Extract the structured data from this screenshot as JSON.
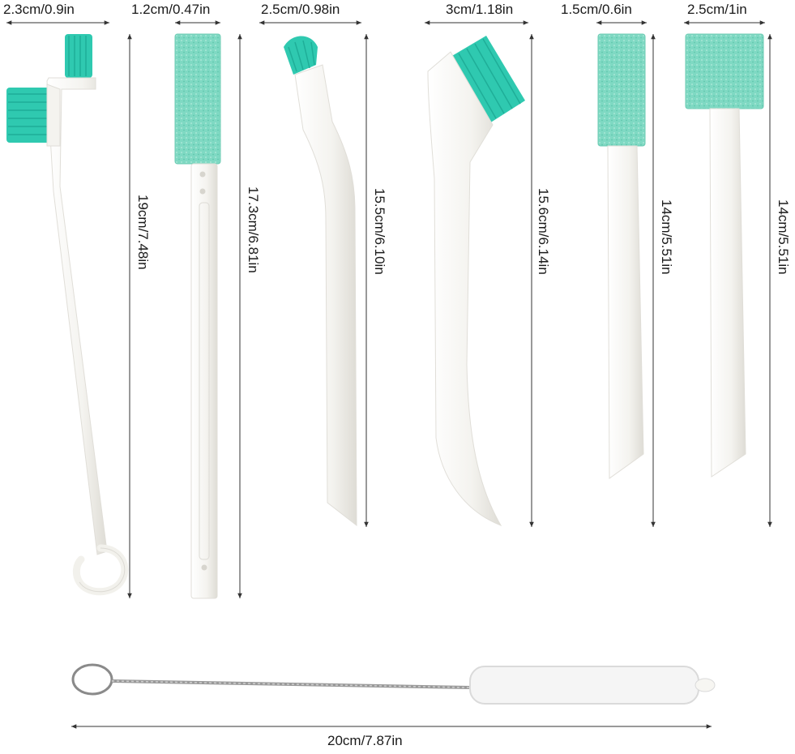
{
  "colors": {
    "bristle": "#2fc9b0",
    "sponge": "#7fd9c3",
    "handle": "#f7f6f2",
    "handle_shade": "#e2e0da",
    "dimension_line": "#333333",
    "wire": "#8a8a8a"
  },
  "tools": [
    {
      "id": "hook-brush",
      "width_label": "2.3cm/0.9in",
      "length_label": "19cm/7.48in"
    },
    {
      "id": "slim-sponge",
      "width_label": "1.2cm/0.47in",
      "length_label": "17.3cm/6.81in"
    },
    {
      "id": "angled-brush",
      "width_label": "2.5cm/0.98in",
      "length_label": "15.5cm/6.10in"
    },
    {
      "id": "curved-brush",
      "width_label": "3cm/1.18in",
      "length_label": "15.6cm/6.14in"
    },
    {
      "id": "narrow-sponge",
      "width_label": "1.5cm/0.6in",
      "length_label": "14cm/5.51in"
    },
    {
      "id": "wide-sponge",
      "width_label": "2.5cm/1in",
      "length_label": "14cm/5.51in"
    }
  ],
  "bottle_brush": {
    "length_label": "20cm/7.87in"
  }
}
